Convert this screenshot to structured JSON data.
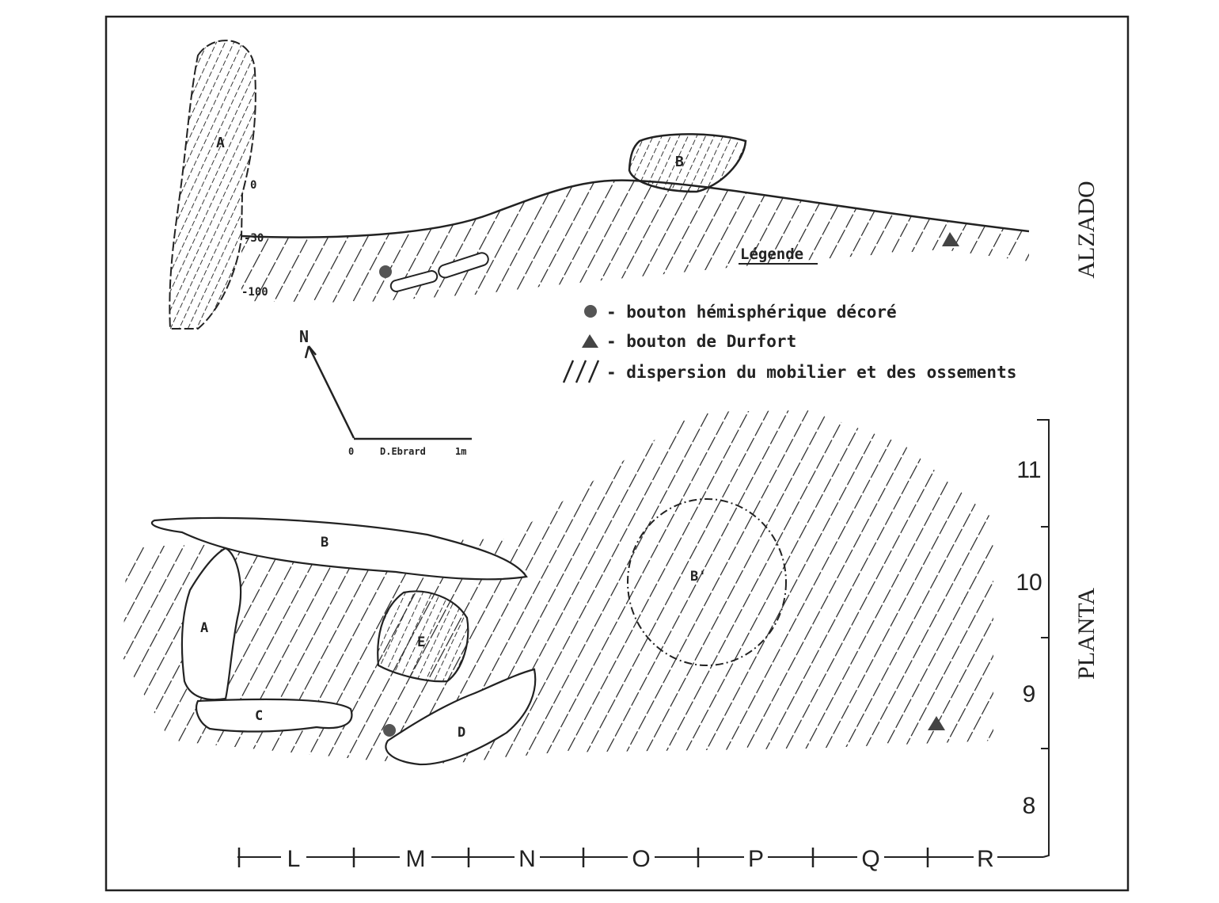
{
  "elevation": {
    "title": "ALZADO",
    "depth_labels": [
      "0",
      "-30",
      "-100"
    ],
    "stones": [
      "A",
      "B"
    ]
  },
  "plan": {
    "title": "PLANTA",
    "stones": [
      "A",
      "B",
      "C",
      "D",
      "E",
      "B'"
    ],
    "y_axis_labels": [
      "11",
      "10",
      "9",
      "8"
    ],
    "x_axis_labels": [
      "L",
      "M",
      "N",
      "O",
      "P",
      "Q",
      "R"
    ]
  },
  "legend": {
    "title": "Légende",
    "items": [
      {
        "symbol": "circle-icon",
        "text": "- bouton hémisphérique décoré"
      },
      {
        "symbol": "triangle-icon",
        "text": "- bouton de Durfort"
      },
      {
        "symbol": "hatch-icon",
        "text": "- dispersion du mobilier et des ossements"
      }
    ]
  },
  "north_arrow": {
    "label": "N"
  },
  "scale": {
    "start": "0",
    "author": "D.Ebrard",
    "end": "1m"
  },
  "colors": {
    "ink": "#222222",
    "marker": "#555555"
  }
}
